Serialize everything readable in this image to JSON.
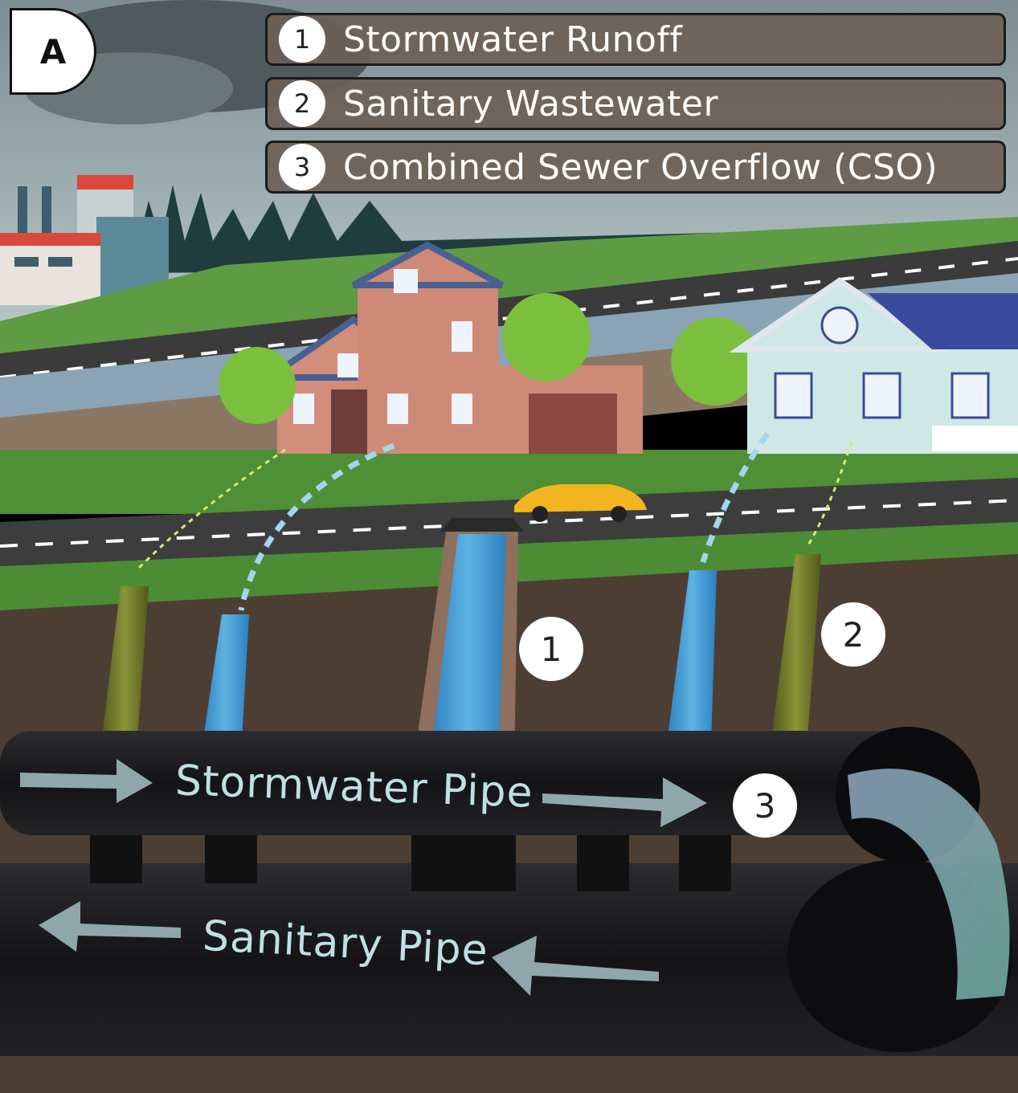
{
  "panel": {
    "label": "A"
  },
  "legend": [
    {
      "num": "1",
      "text": "Stormwater Runoff"
    },
    {
      "num": "2",
      "text": "Sanitary Wastewater"
    },
    {
      "num": "3",
      "text": "Combined Sewer Overflow (CSO)"
    }
  ],
  "markers": {
    "m1": "1",
    "m2": "2",
    "m3": "3"
  },
  "pipes": {
    "stormwater": "Stormwater Pipe",
    "sanitary": "Sanitary Pipe"
  },
  "colors": {
    "sky": "#9fb2b6",
    "grass": "#5c9d3c",
    "road": "#3a3a3a",
    "soil": "#4c3d33",
    "pipe": "#1d1d1f",
    "stormwater": "#3f9bd2",
    "sanitary": "#6e7a2a",
    "legend_bg": "#6c6056",
    "arrow": "#8fa7a8"
  }
}
